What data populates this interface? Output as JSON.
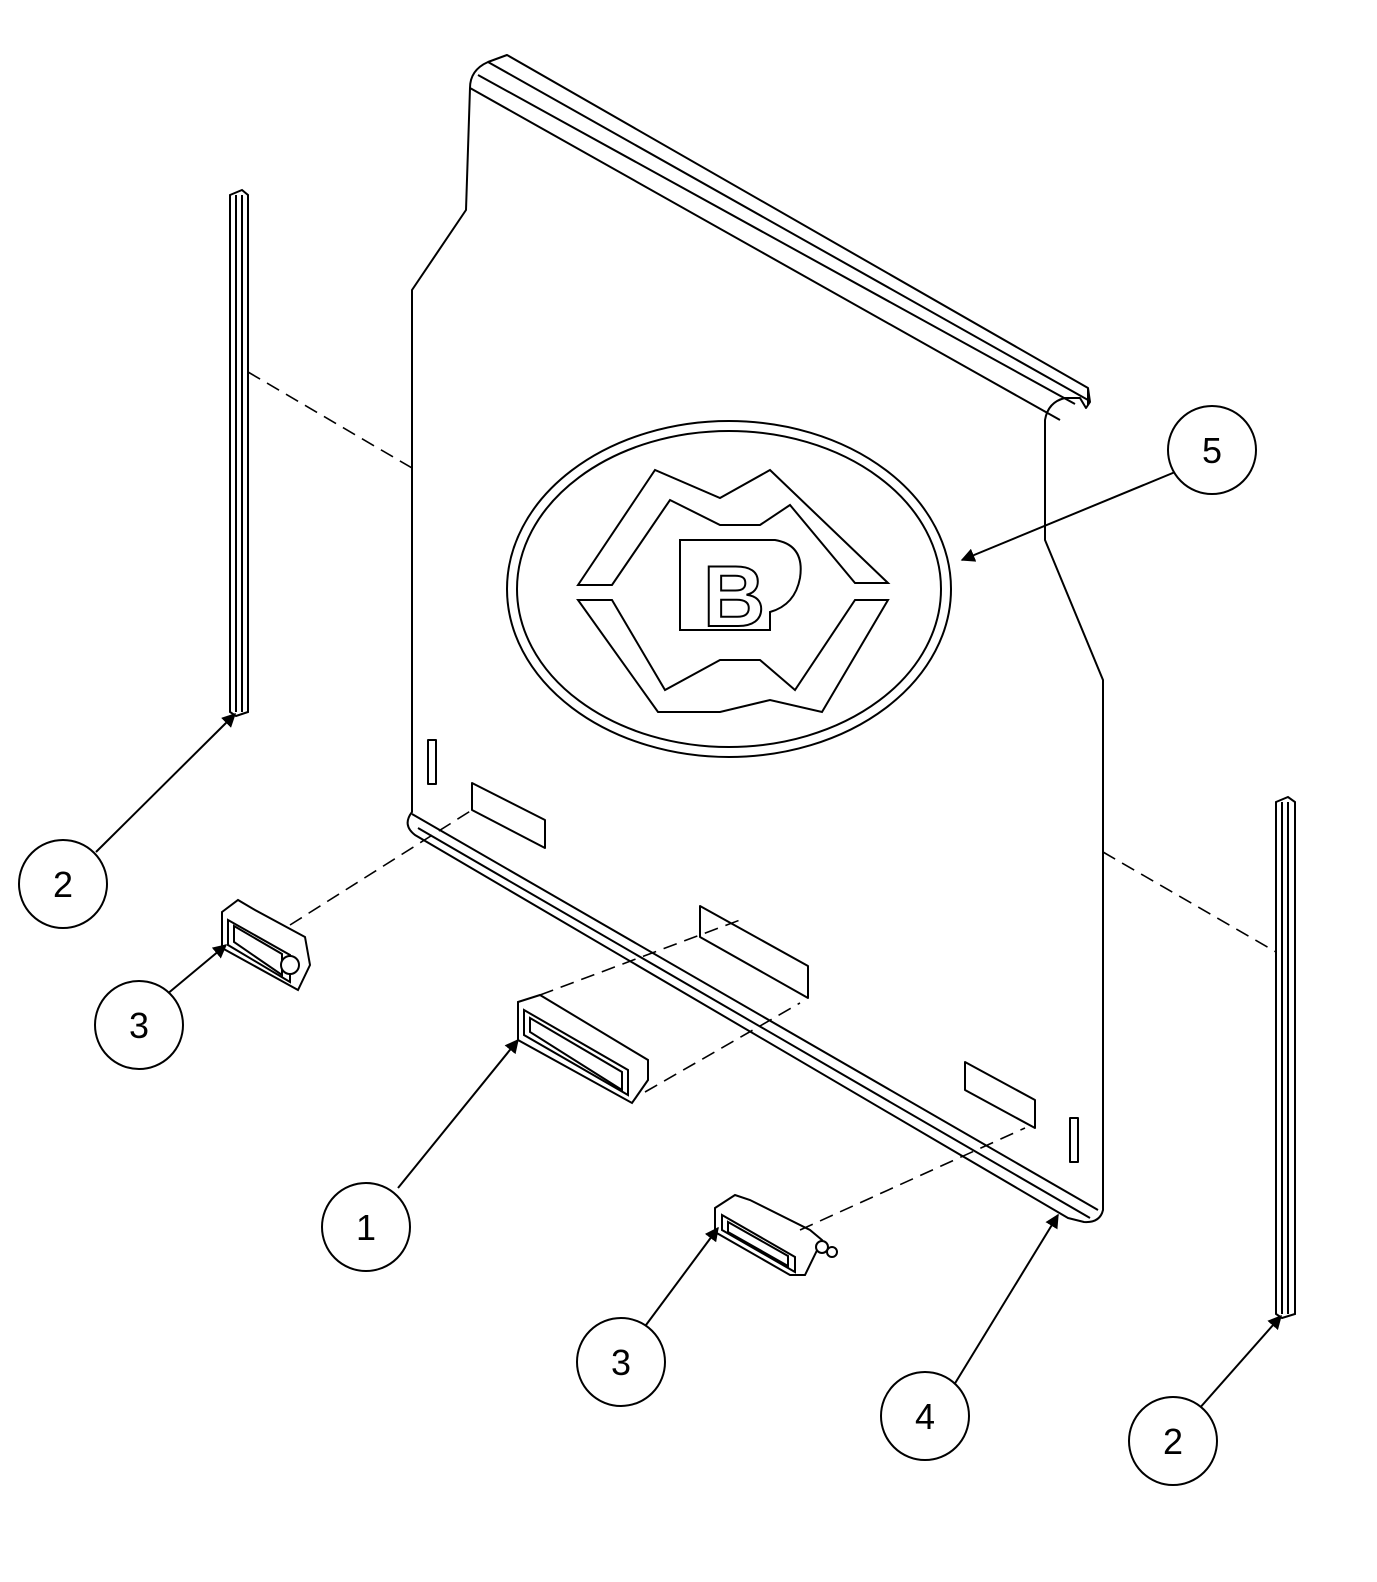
{
  "diagram": {
    "logo_letter": "B",
    "callouts": [
      {
        "id": "callout-1",
        "label": "1"
      },
      {
        "id": "callout-2-left",
        "label": "2"
      },
      {
        "id": "callout-2-right",
        "label": "2"
      },
      {
        "id": "callout-3-left",
        "label": "3"
      },
      {
        "id": "callout-3-bottom",
        "label": "3"
      },
      {
        "id": "callout-4",
        "label": "4"
      },
      {
        "id": "callout-5",
        "label": "5"
      }
    ]
  },
  "colors": {
    "line": "#000000",
    "background": "#ffffff"
  }
}
